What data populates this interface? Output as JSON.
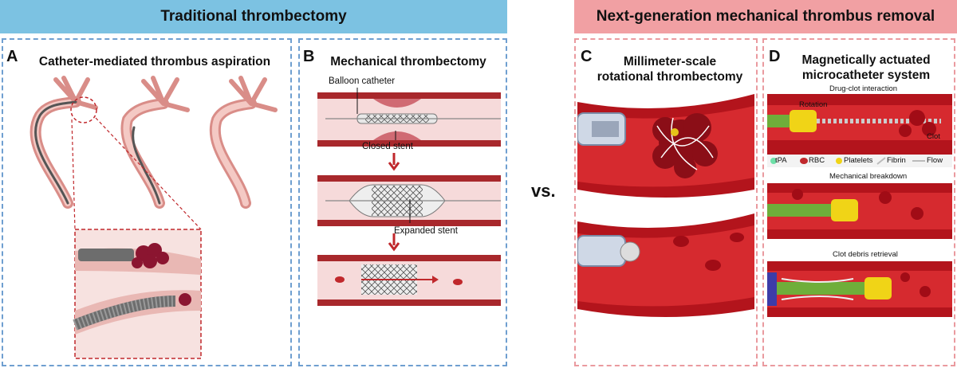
{
  "banners": {
    "traditional": "Traditional thrombectomy",
    "next_gen": "Next-generation mechanical thrombus removal"
  },
  "vs_label": "vs.",
  "panels": {
    "a": {
      "letter": "A",
      "title": "Catheter-mediated thrombus aspiration"
    },
    "b": {
      "letter": "B",
      "title": "Mechanical thrombectomy",
      "labels": {
        "balloon": "Balloon catheter",
        "closed": "Closed stent",
        "expanded": "Expanded stent"
      }
    },
    "c": {
      "letter": "C",
      "title_line1": "Millimeter-scale",
      "title_line2": "rotational thrombectomy"
    },
    "d": {
      "letter": "D",
      "title_line1": "Magnetically actuated",
      "title_line2": "microcatheter system",
      "step1": "Drug-clot interaction",
      "rotation": "Rotation",
      "clot": "Clot",
      "legend": {
        "tpa": "tPA",
        "rbc": "RBC",
        "platelets": "Platelets",
        "fibrin": "Fibrin",
        "flow": "Flow"
      },
      "step2": "Mechanical breakdown",
      "step3": "Clot debris retrieval"
    }
  },
  "colors": {
    "banner_blue": "#7cc2e2",
    "banner_pink": "#f1a0a3",
    "vessel_red": "#c0282c",
    "clot": "#8b1530"
  }
}
